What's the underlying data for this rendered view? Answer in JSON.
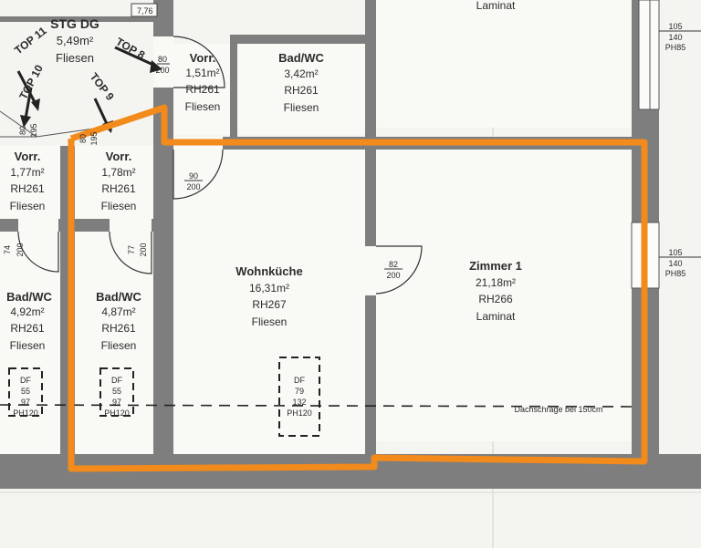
{
  "plan": {
    "header_note": "7,76",
    "stair": {
      "name": "STG DG",
      "area": "5,49m²",
      "floor": "Fliesen"
    },
    "tops": [
      "TOP 11",
      "TOP 10",
      "TOP 9",
      "TOP 8"
    ],
    "rooms": [
      {
        "id": "vorr-top",
        "name": "Vorr.",
        "area": "1,51m²",
        "height": "RH261",
        "floor": "Fliesen"
      },
      {
        "id": "bad-top",
        "name": "Bad/WC",
        "area": "3,42m²",
        "height": "RH261",
        "floor": "Fliesen"
      },
      {
        "id": "vorr-left",
        "name": "Vorr.",
        "area": "1,77m²",
        "height": "RH261",
        "floor": "Fliesen"
      },
      {
        "id": "vorr-mid",
        "name": "Vorr.",
        "area": "1,78m²",
        "height": "RH261",
        "floor": "Fliesen"
      },
      {
        "id": "bad-left",
        "name": "Bad/WC",
        "area": "4,92m²",
        "height": "RH261",
        "floor": "Fliesen"
      },
      {
        "id": "bad-mid",
        "name": "Bad/WC",
        "area": "4,87m²",
        "height": "RH261",
        "floor": "Fliesen"
      },
      {
        "id": "wohnkueche",
        "name": "Wohnküche",
        "area": "16,31m²",
        "height": "RH267",
        "floor": "Fliesen"
      },
      {
        "id": "zimmer1",
        "name": "Zimmer 1",
        "area": "21,18m²",
        "height": "RH266",
        "floor": "Laminat"
      }
    ],
    "top_room_floor": "Laminat",
    "doors": [
      {
        "w": "80",
        "h": "200"
      },
      {
        "w": "90",
        "h": "200"
      },
      {
        "w": "82",
        "h": "200"
      },
      {
        "w": "74",
        "h": "200"
      },
      {
        "w": "77",
        "h": "200"
      },
      {
        "w": "80",
        "h": "195"
      },
      {
        "w": "80",
        "h": "195"
      }
    ],
    "windows": [
      {
        "l1": "105",
        "l2": "140",
        "l3": "PH85"
      },
      {
        "l1": "105",
        "l2": "140",
        "l3": "PH85"
      }
    ],
    "skylights": [
      {
        "l1": "DF",
        "l2": "55",
        "l3": "97",
        "l4": "PH120"
      },
      {
        "l1": "DF",
        "l2": "55",
        "l3": "97",
        "l4": "PH120"
      },
      {
        "l1": "DF",
        "l2": "79",
        "l3": "132",
        "l4": "PH120"
      }
    ],
    "slope_note": "Dachschräge bei 150cm"
  },
  "colors": {
    "highlight": "#f28a1c",
    "wall": "#7e7e7e",
    "paper": "#f4f4f1"
  }
}
